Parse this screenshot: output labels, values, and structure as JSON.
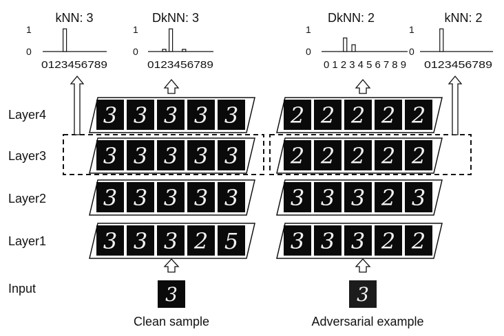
{
  "layer_labels": [
    "Layer4",
    "Layer3",
    "Layer2",
    "Layer1",
    "Input"
  ],
  "captions": {
    "clean": "Clean sample",
    "adversarial": "Adversarial example"
  },
  "histograms": [
    {
      "title": "kNN: 3",
      "y_max_label": "1",
      "y_min_label": "0",
      "x_labels": "0123456789",
      "values": [
        0,
        0,
        0,
        1,
        0,
        0,
        0,
        0,
        0,
        0
      ]
    },
    {
      "title": "DkNN: 3",
      "y_max_label": "1",
      "y_min_label": "0",
      "x_labels": "0123456789",
      "values": [
        0,
        0,
        0.1,
        1,
        0,
        0.1,
        0,
        0,
        0,
        0
      ]
    },
    {
      "title": "DkNN: 2",
      "y_max_label": "1",
      "y_min_label": "0",
      "x_labels": "0 1 2 3 4 5 6 7 8 9",
      "values": [
        0,
        0,
        0.6,
        0.3,
        0,
        0,
        0,
        0,
        0,
        0
      ]
    },
    {
      "title": "kNN: 2",
      "y_max_label": "1",
      "y_min_label": "0",
      "x_labels": "0123456789",
      "values": [
        0,
        0,
        1,
        0,
        0,
        0,
        0,
        0,
        0,
        0
      ]
    }
  ],
  "clean_layers": {
    "layer4": [
      "3",
      "3",
      "3",
      "3",
      "3"
    ],
    "layer3": [
      "3",
      "3",
      "3",
      "3",
      "3"
    ],
    "layer2": [
      "3",
      "3",
      "3",
      "3",
      "3"
    ],
    "layer1": [
      "3",
      "3",
      "3",
      "2",
      "5"
    ]
  },
  "adv_layers": {
    "layer4": [
      "2",
      "2",
      "2",
      "2",
      "2"
    ],
    "layer3": [
      "2",
      "2",
      "2",
      "2",
      "2"
    ],
    "layer2": [
      "3",
      "3",
      "3",
      "2",
      "3"
    ],
    "layer1": [
      "3",
      "3",
      "3",
      "2",
      "2"
    ]
  },
  "inputs": {
    "clean": "3",
    "adversarial": "3"
  },
  "colors": {
    "ink": "#111111",
    "tile": "#0a0a0a",
    "digit": "#f2f2f2"
  }
}
